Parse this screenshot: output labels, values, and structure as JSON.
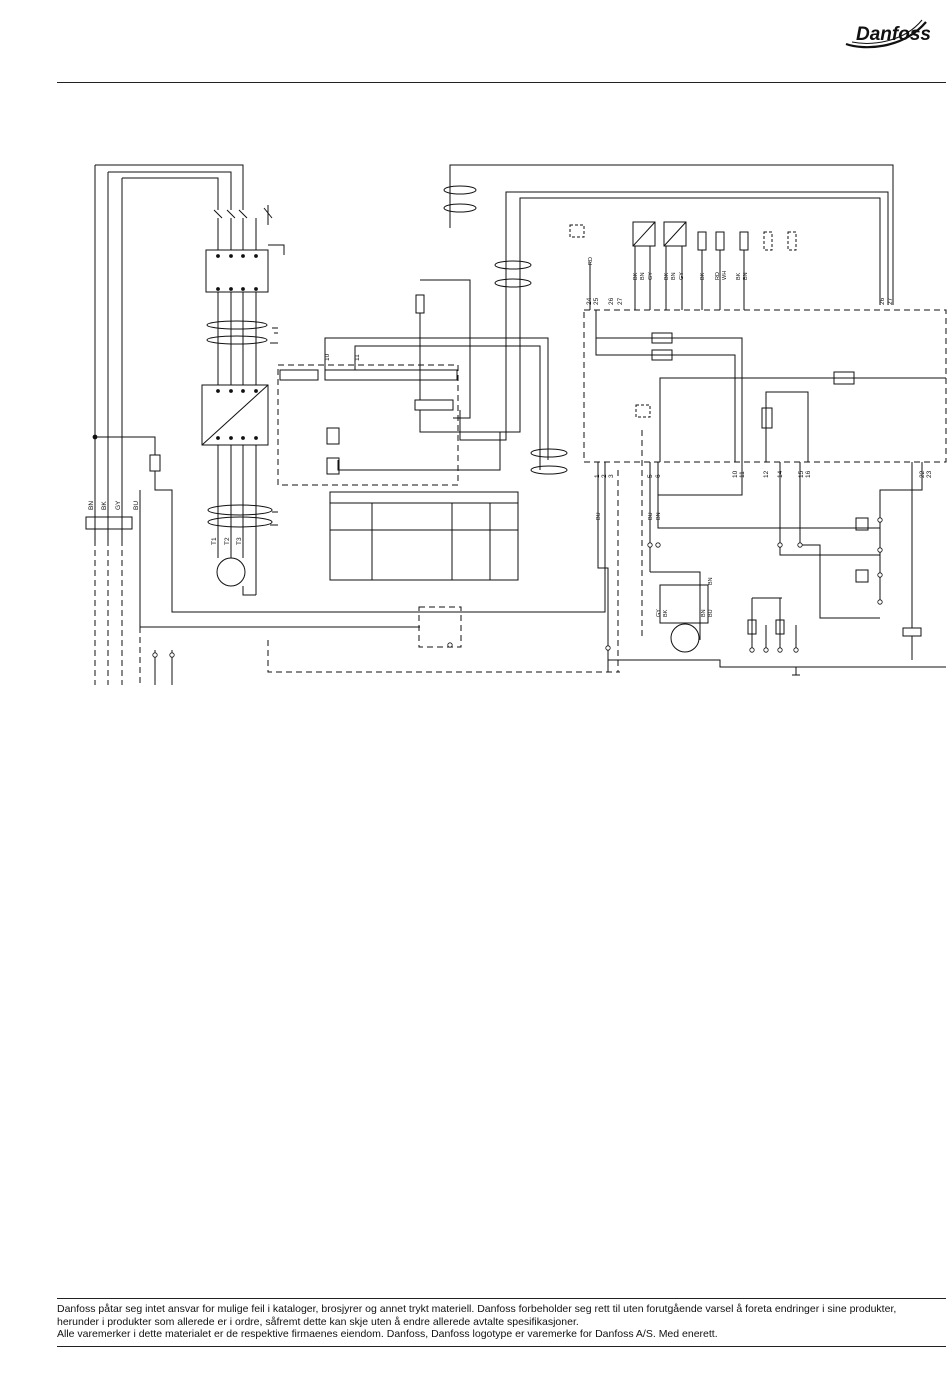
{
  "brand": {
    "logo_text": "Danfoss"
  },
  "diagram": {
    "wire_colors_left": [
      "BN",
      "BK",
      "GY",
      "BU"
    ],
    "motor_phase_labels": [
      "T1",
      "T2",
      "T3"
    ],
    "terminal_labels_upper": [
      "24",
      "25",
      "26",
      "27",
      "26",
      "27"
    ],
    "terminal_labels_lower": [
      "1",
      "2",
      "3",
      "5",
      "6",
      "10",
      "11",
      "12",
      "14",
      "15",
      "16",
      "22",
      "23"
    ],
    "bus_labels": [
      "10",
      "11"
    ],
    "wire_codes": [
      "RD",
      "BK",
      "BN",
      "GY",
      "BK",
      "BN",
      "GY",
      "BK",
      "RD",
      "WH",
      "BK",
      "BN",
      "BU",
      "BU",
      "BN",
      "BN",
      "GY",
      "BK",
      "BN",
      "BU"
    ]
  },
  "footer": {
    "line1": "Danfoss påtar seg intet ansvar for mulige feil i kataloger, brosjyrer og annet trykt materiell. Danfoss forbeholder seg rett til uten forutgående varsel å foreta endringer i sine produkter, herunder i produkter som allerede er i ordre, såfremt dette kan skje uten å endre allerede avtalte spesifikasjoner.",
    "line2": "Alle varemerker i dette materialet er de respektive firmaenes eiendom. Danfoss, Danfoss logotype er varemerke for Danfoss A/S. Med enerett."
  }
}
